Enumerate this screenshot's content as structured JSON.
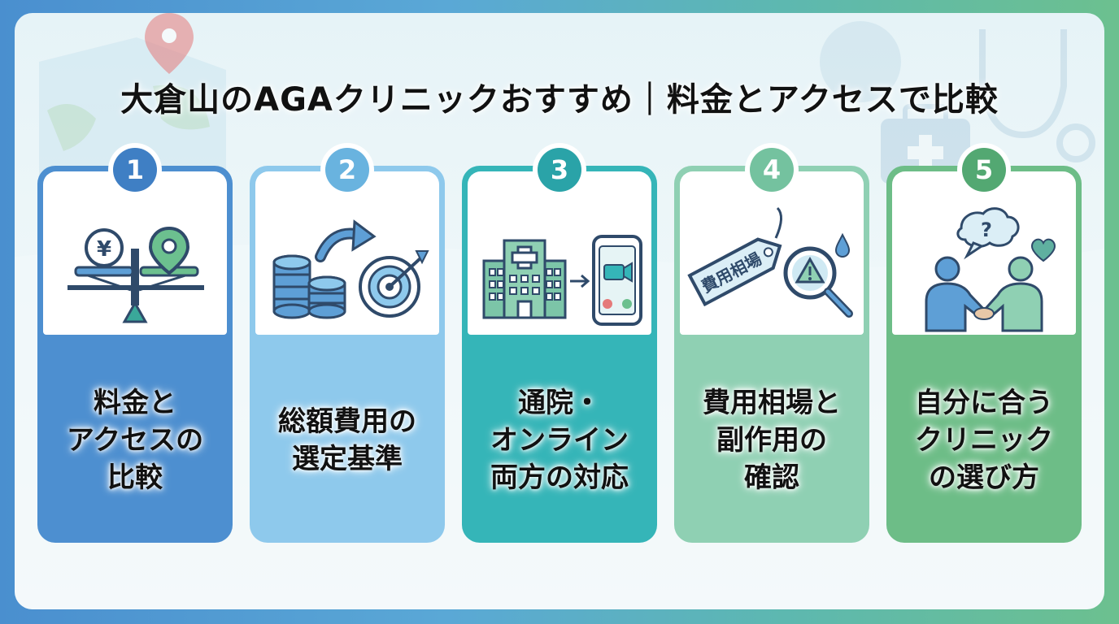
{
  "title": "大倉山のAGAクリニックおすすめ｜料金とアクセスで比較",
  "colors": {
    "card1": "#4d8fd0",
    "card2": "#8ec9ec",
    "card3": "#35b5b8",
    "card4": "#8fd0b3",
    "card5": "#6dbd87",
    "badge1": "#3f7fc4",
    "badge2": "#69b3df",
    "badge3": "#2aa3a8",
    "badge4": "#74c29f",
    "badge5": "#53a872"
  },
  "cards": [
    {
      "number": "1",
      "label": "料金と\nアクセスの\n比較",
      "icon": "scale-yen-location-icon"
    },
    {
      "number": "2",
      "label": "総額費用の\n選定基準",
      "icon": "coins-arrow-target-icon"
    },
    {
      "number": "3",
      "label": "通院・\nオンライン\n両方の対応",
      "icon": "hospital-to-phone-icon"
    },
    {
      "number": "4",
      "label": "費用相場と\n副作用の\n確認",
      "icon": "price-tag-magnifier-icon",
      "tag_text": "費用相場"
    },
    {
      "number": "5",
      "label": "自分に合う\nクリニック\nの選び方",
      "icon": "handshake-people-icon",
      "bubble_text": "?"
    }
  ],
  "yen_symbol": "¥"
}
